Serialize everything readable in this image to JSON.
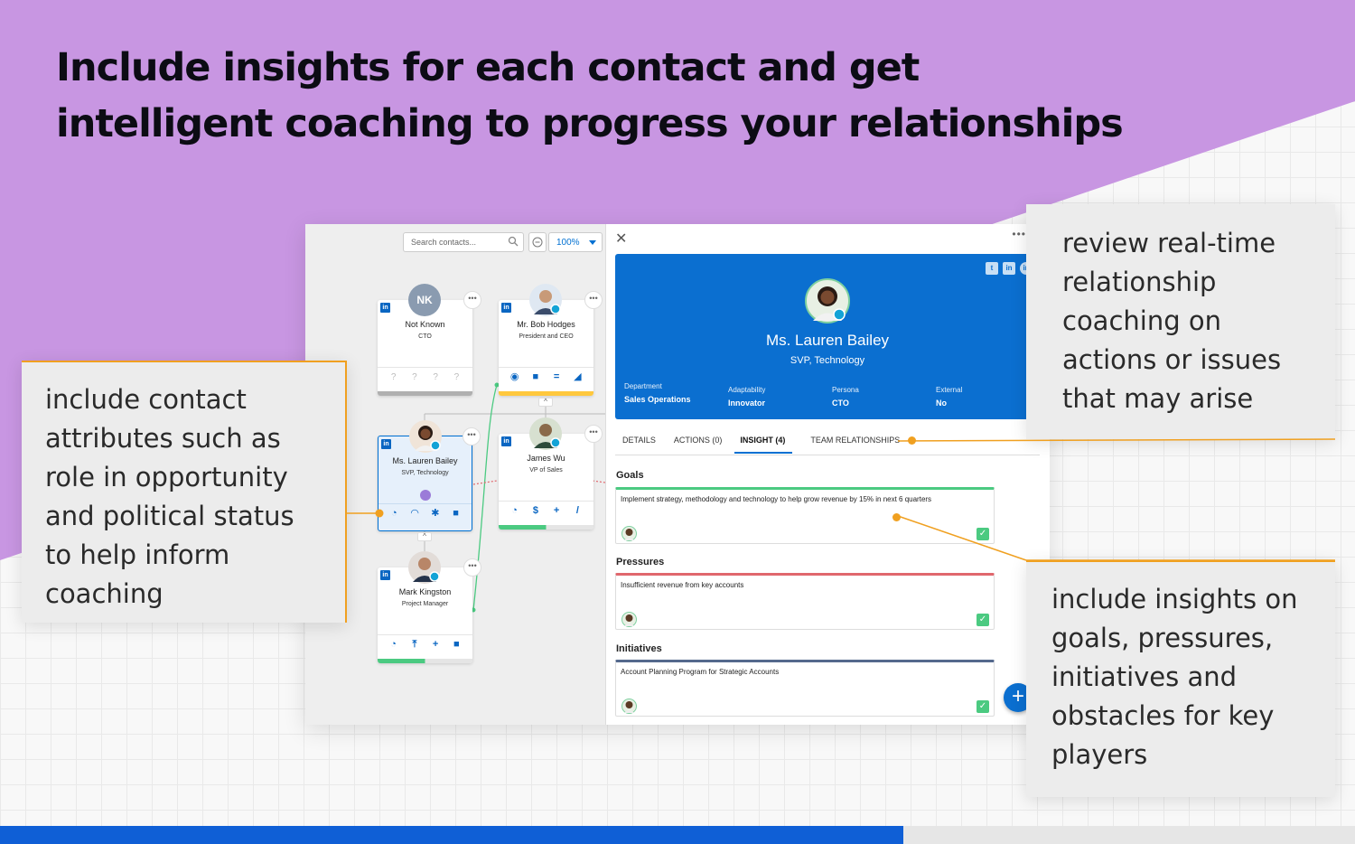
{
  "headline": {
    "line1": "Include insights for each contact and get",
    "line2": "intelligent coaching to progress your relationships"
  },
  "toolbar": {
    "search_placeholder": "Search contacts...",
    "zoom_value": "100%"
  },
  "cards": {
    "not_known": {
      "initials": "NK",
      "name": "Not Known",
      "role": "CTO"
    },
    "bob": {
      "name": "Mr. Bob Hodges",
      "role": "President and CEO"
    },
    "lauren": {
      "name": "Ms. Lauren Bailey",
      "role": "SVP, Technology"
    },
    "james": {
      "name": "James Wu",
      "role": "VP of Sales"
    },
    "mark": {
      "name": "Mark Kingston",
      "role": "Project Manager"
    }
  },
  "detail": {
    "name": "Ms. Lauren Bailey",
    "title": "SVP, Technology",
    "fields": [
      {
        "label": "Department",
        "value": "Sales Operations"
      },
      {
        "label": "Adaptability",
        "value": "Innovator"
      },
      {
        "label": "Persona",
        "value": "CTO"
      },
      {
        "label": "External",
        "value": "No"
      }
    ],
    "tabs": [
      "DETAILS",
      "ACTIONS (0)",
      "INSIGHT (4)",
      "TEAM RELATIONSHIPS"
    ],
    "active_tab": "INSIGHT (4)",
    "sections": [
      {
        "title": "Goals",
        "text": "Implement strategy, methodology and technology to help grow revenue by 15% in next 6 quarters",
        "color": "#4bca81"
      },
      {
        "title": "Pressures",
        "text": "Insufficient revenue from key accounts",
        "color": "#e0676d"
      },
      {
        "title": "Initiatives",
        "text": "Account Planning Program for Strategic Accounts",
        "color": "#54698d"
      }
    ]
  },
  "callouts": {
    "left": [
      "include contact",
      "attributes such as",
      "role in opportunity",
      "and political status",
      "to help inform",
      "coaching"
    ],
    "top_right": [
      "review real-time",
      "relationship",
      "coaching on",
      "actions or issues",
      "that may arise"
    ],
    "bottom_right": [
      "include insights on",
      "goals, pressures,",
      "initiatives and",
      "obstacles for key",
      "players"
    ]
  },
  "colors": {
    "purple": "#c896e2",
    "brand_blue": "#0b6fd0",
    "accent_orange": "#f0a020"
  }
}
